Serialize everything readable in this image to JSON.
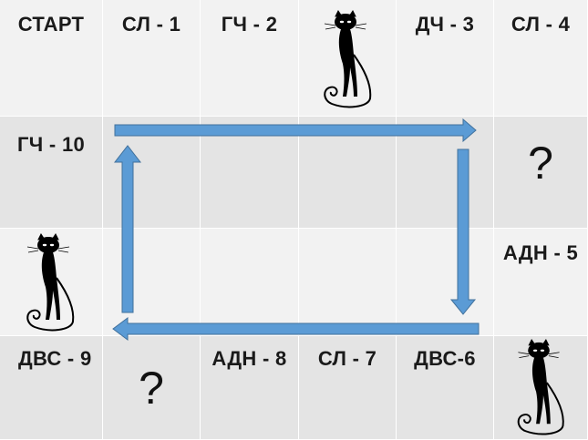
{
  "board": {
    "colors": {
      "cell_light": "#f2f2f2",
      "cell_dark": "#e4e4e4",
      "arrow": "#5b9bd5",
      "text": "#1a1a1a"
    },
    "cells": [
      {
        "label": "СТАРТ"
      },
      {
        "label": "СЛ - 1"
      },
      {
        "label": "ГЧ - 2"
      },
      {
        "icon": "cat-icon"
      },
      {
        "label": "ДЧ - 3"
      },
      {
        "label": "СЛ - 4"
      },
      {
        "label": "ГЧ - 10"
      },
      {
        "label": "?"
      },
      {
        "label": "АДН - 5"
      },
      {
        "icon": "cat-icon"
      },
      {
        "label": "ДВС - 9"
      },
      {
        "label": "?"
      },
      {
        "label": "АДН - 8"
      },
      {
        "label": "СЛ - 7"
      },
      {
        "label": "ДВС-6"
      },
      {
        "icon": "cat-icon"
      }
    ],
    "arrows": [
      {
        "direction": "right",
        "icon": "arrow-right-icon"
      },
      {
        "direction": "down",
        "icon": "arrow-down-icon"
      },
      {
        "direction": "left",
        "icon": "arrow-left-icon"
      },
      {
        "direction": "up",
        "icon": "arrow-up-icon"
      }
    ]
  }
}
